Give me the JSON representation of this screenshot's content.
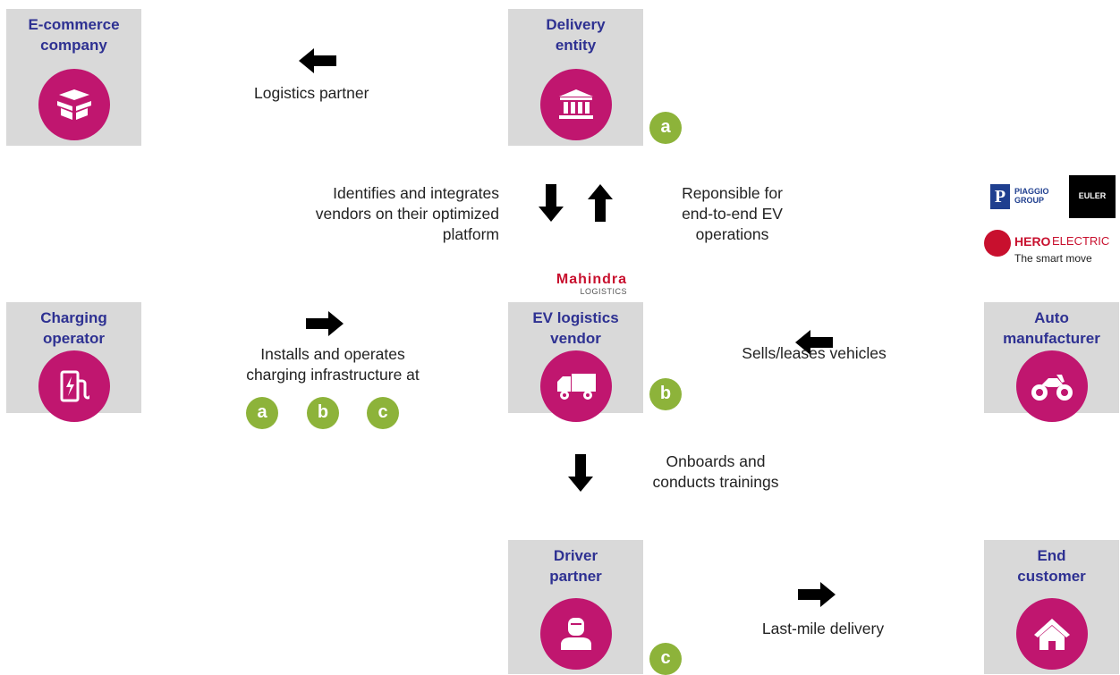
{
  "colors": {
    "node_fill": "#d9d9d9",
    "title_text": "#2e3192",
    "icon_circle": "#c0166f",
    "tag_fill": "#8db33a",
    "arrow": "#000000"
  },
  "nodes": {
    "ecommerce": {
      "title": "E-commerce\ncompany",
      "icon": "open-box-icon"
    },
    "delivery": {
      "title": "Delivery\nentity",
      "icon": "bank-building-icon"
    },
    "charging": {
      "title": "Charging\noperator",
      "icon": "ev-charger-icon"
    },
    "vendor": {
      "title": "EV logistics\nvendor",
      "icon": "truck-icon"
    },
    "auto": {
      "title": "Auto\nmanufacturer",
      "icon": "motorcycle-icon"
    },
    "driver": {
      "title": "Driver\npartner",
      "icon": "person-icon"
    },
    "customer": {
      "title": "End\ncustomer",
      "icon": "home-icon"
    }
  },
  "tags": {
    "a": "a",
    "b": "b",
    "c": "c"
  },
  "edges": {
    "logistics_partner": "Logistics partner",
    "identifies": "Identifies and integrates\nvendors on their optimized\nplatform",
    "responsible": "Reponsible for\nend-to-end EV\noperations",
    "installs": "Installs and operates\ncharging infrastructure at",
    "sells": "Sells/leases vehicles",
    "onboards": "Onboards and\nconducts trainings",
    "last_mile": "Last-mile delivery"
  },
  "logos": {
    "mahindra": {
      "name": "Mahindra",
      "sub": "LOGISTICS"
    },
    "piaggio": {
      "line1": "PIAGGIO",
      "line2": "GROUP"
    },
    "euler": "EULER",
    "hero": {
      "brand_bold": "HERO",
      "brand_light": "ELECTRIC",
      "tagline": "The smart move"
    }
  }
}
